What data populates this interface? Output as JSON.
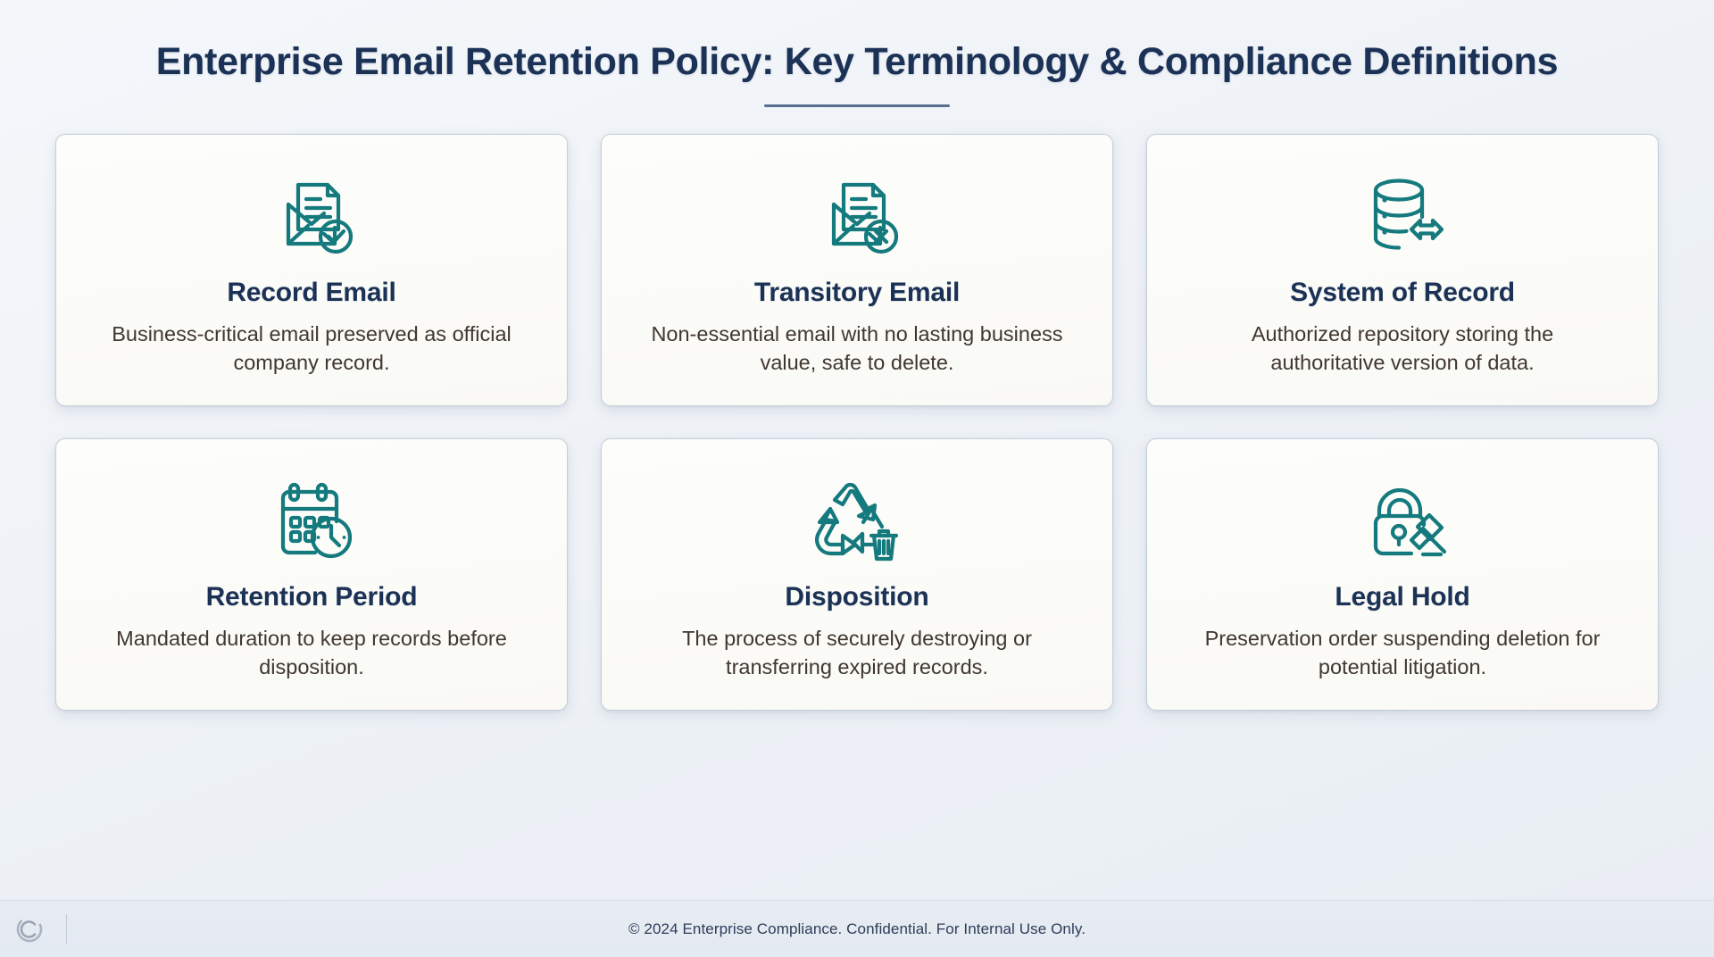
{
  "header": {
    "title": "Enterprise Email Retention Policy: Key Terminology & Compliance Definitions",
    "accent_color": "#1b3256",
    "rule_color": "#3d567c"
  },
  "theme": {
    "icon_color": "#157a7d",
    "title_color": "#1b3256",
    "body_color": "#40372f",
    "card_background": "#fbfbf8",
    "card_border": "#c4cedb",
    "page_background": "#eef2f7"
  },
  "cards": [
    {
      "icon": "email-document-check-icon",
      "title": "Record Email",
      "description": "Business-critical email preserved as official company record."
    },
    {
      "icon": "email-document-x-icon",
      "title": "Transitory Email",
      "description": "Non-essential email with no lasting business value, safe to delete."
    },
    {
      "icon": "database-transfer-icon",
      "title": "System of Record",
      "description": "Authorized repository storing the authoritative version of data."
    },
    {
      "icon": "calendar-clock-icon",
      "title": "Retention Period",
      "description": "Mandated duration to keep records before disposition."
    },
    {
      "icon": "recycle-trash-icon",
      "title": "Disposition",
      "description": "The process of securely destroying or transferring expired records."
    },
    {
      "icon": "lock-gavel-icon",
      "title": "Legal Hold",
      "description": "Preservation order suspending deletion for potential litigation."
    }
  ],
  "footer": {
    "logo": "copyright-c-logo",
    "text": "© 2024 Enterprise Compliance. Confidential. For Internal Use Only."
  }
}
